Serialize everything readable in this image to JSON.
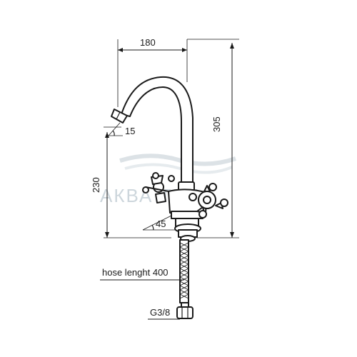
{
  "dimensions": {
    "spout_reach": "180",
    "total_height": "305",
    "base_height": "230",
    "outlet_angle": "15",
    "base_angle": "45"
  },
  "notes": {
    "hose": "hose lenght 400",
    "thread": "G3/8"
  },
  "watermark": {
    "text": "АКВА ТНК"
  },
  "colors": {
    "line": "#1a1a1a",
    "watermark": "#cdd6dc"
  }
}
